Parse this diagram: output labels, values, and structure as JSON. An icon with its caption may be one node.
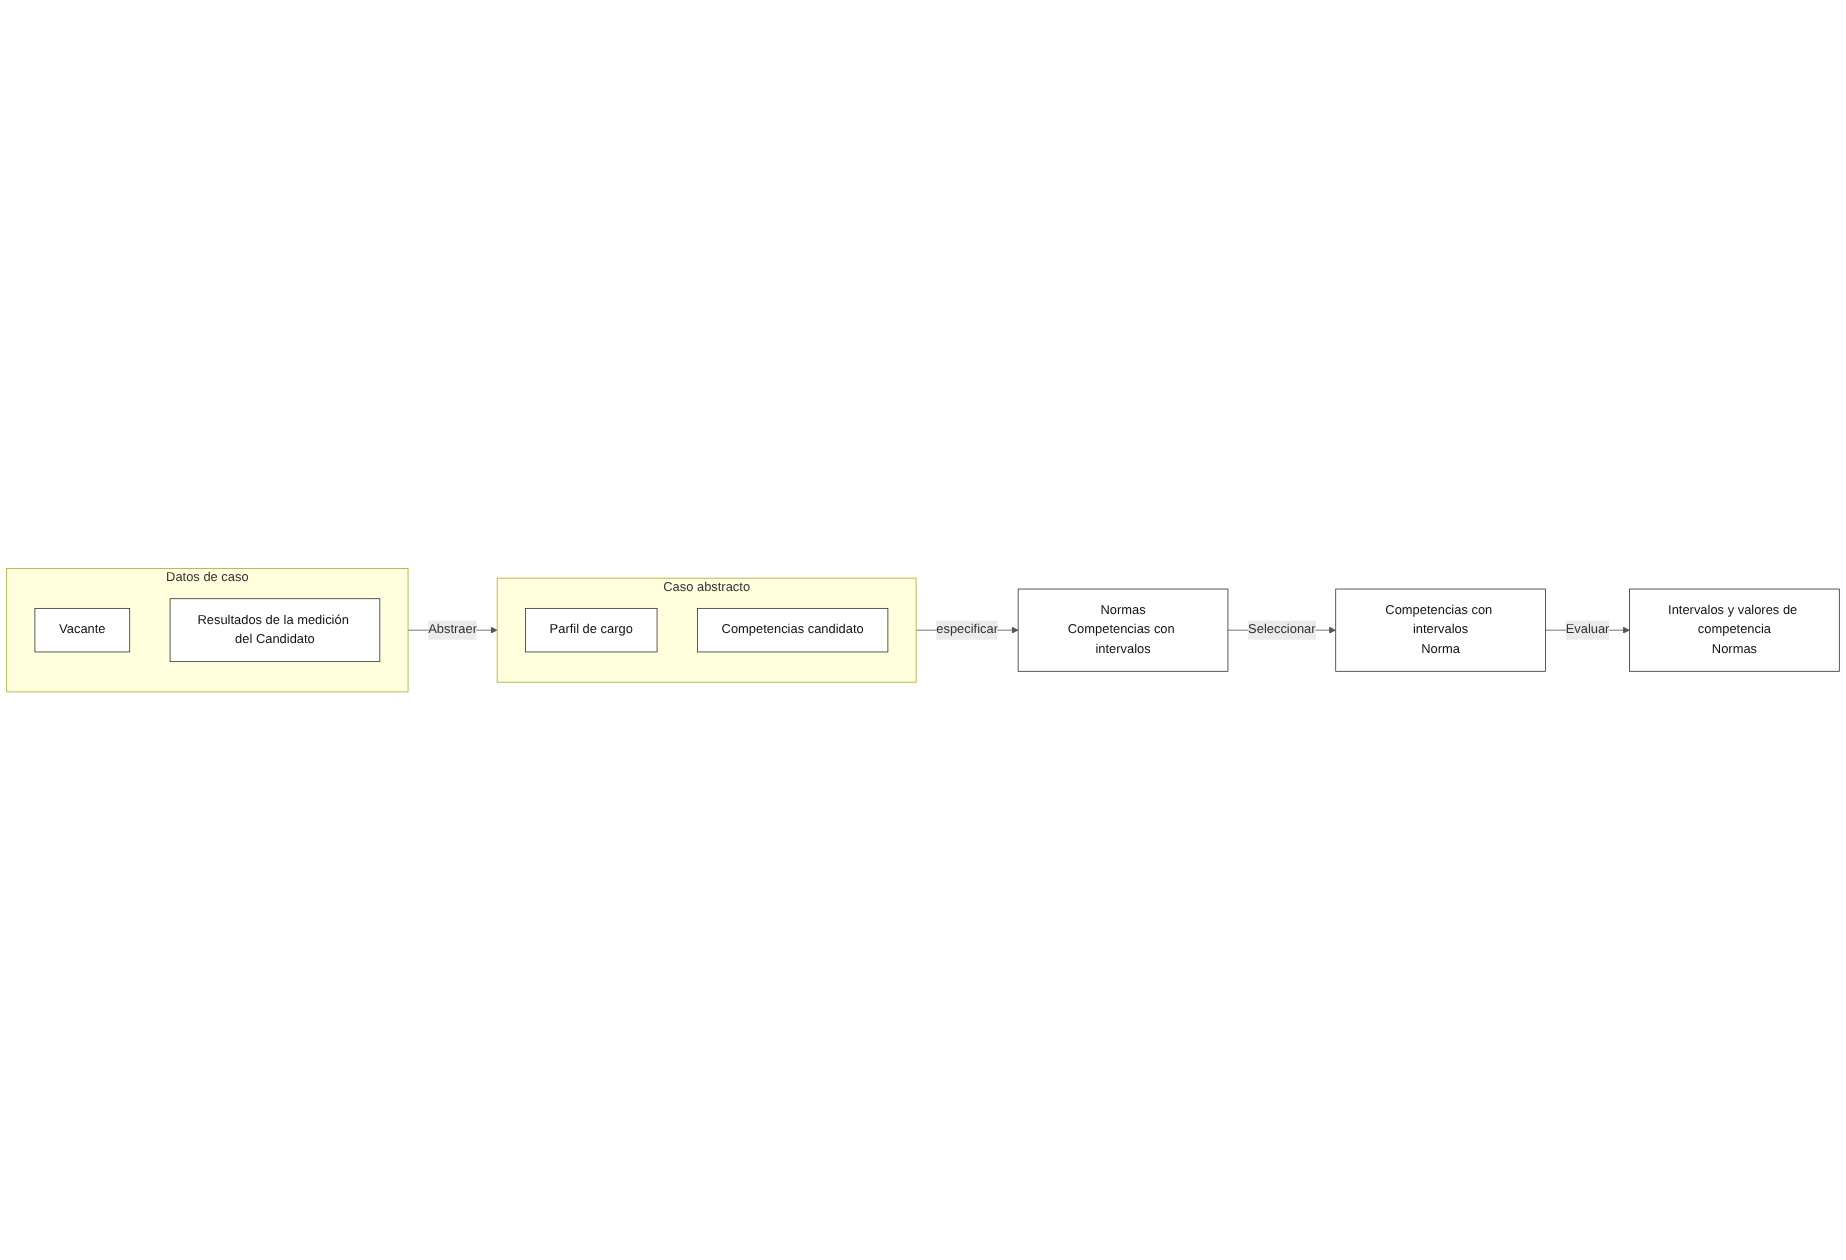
{
  "diagram": {
    "nodes": [
      {
        "text": [
          "Datos de caso"
        ]
      },
      {
        "text": [
          "Vacante"
        ],
        "in": 0
      },
      {
        "text": [
          "Resultados de la medición del Candidato"
        ],
        "in": 0
      },
      {
        "text": [
          "Caso abstracto"
        ]
      },
      {
        "text": [
          "Parfil de cargo"
        ],
        "in": 3
      },
      {
        "text": [
          "Competencias candidato"
        ],
        "in": 3
      },
      {
        "text": [
          "Normas",
          "Competencias con intervalos"
        ]
      },
      {
        "text": [
          "Competencias con intervalos",
          "Norma"
        ]
      },
      {
        "text": [
          "Intervalos y valores de competencia",
          "Normas"
        ]
      }
    ],
    "edges": [
      {
        "from": 0,
        "to": 3,
        "arrow": "to",
        "label": "Abstraer"
      },
      {
        "from": 3,
        "to": 6,
        "arrow": "to",
        "label": "especificar"
      },
      {
        "from": 6,
        "to": 7,
        "arrow": "to",
        "label": "Seleccionar"
      },
      {
        "from": 7,
        "to": 8,
        "arrow": "to",
        "label": "Evaluar"
      }
    ]
  }
}
